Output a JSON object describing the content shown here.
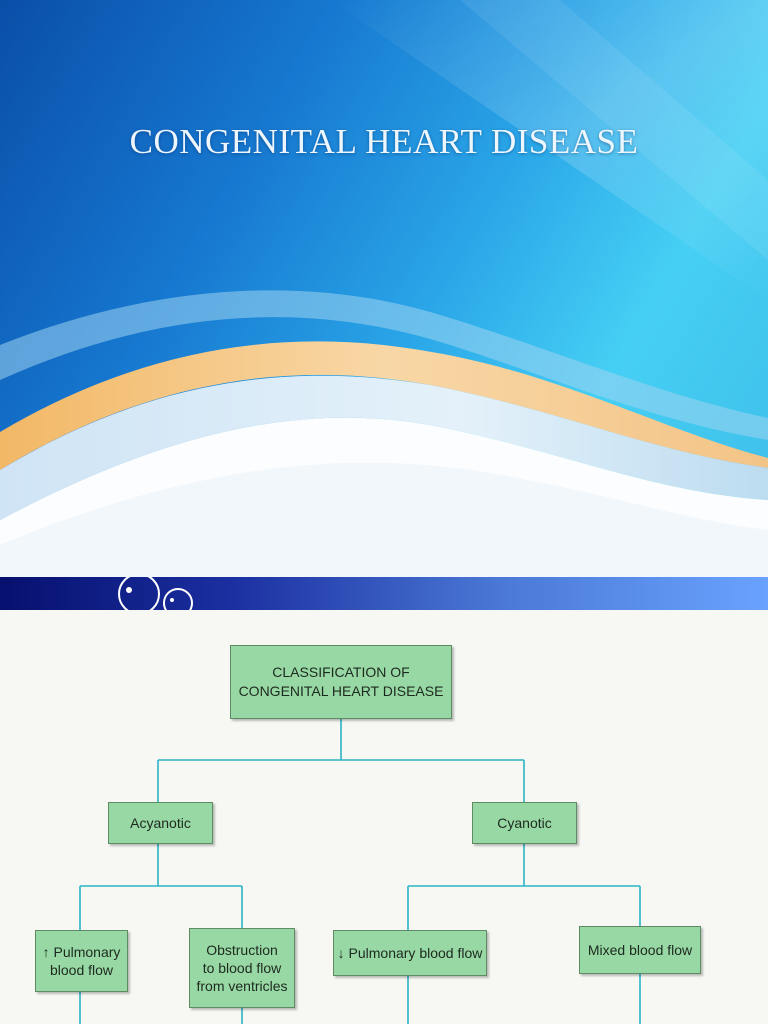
{
  "slide1": {
    "title": "CONGENITAL HEART DISEASE",
    "colors": {
      "deep_blue": "#0a4ea8",
      "cyan": "#46cff4",
      "orange_wave": "#f5c98a"
    }
  },
  "slide2": {
    "diagram": {
      "root": "CLASSIFICATION OF\nCONGENITAL HEART DISEASE",
      "acyanotic": "Acyanotic",
      "cyanotic": "Cyanotic",
      "acyanotic_children": [
        "↑ Pulmonary\nblood flow",
        "Obstruction\nto blood flow\nfrom ventricles"
      ],
      "cyanotic_children": [
        "↓ Pulmonary blood flow",
        "Mixed blood flow"
      ],
      "box_color": "#98d8a4",
      "line_color": "#2ab4c4"
    }
  }
}
